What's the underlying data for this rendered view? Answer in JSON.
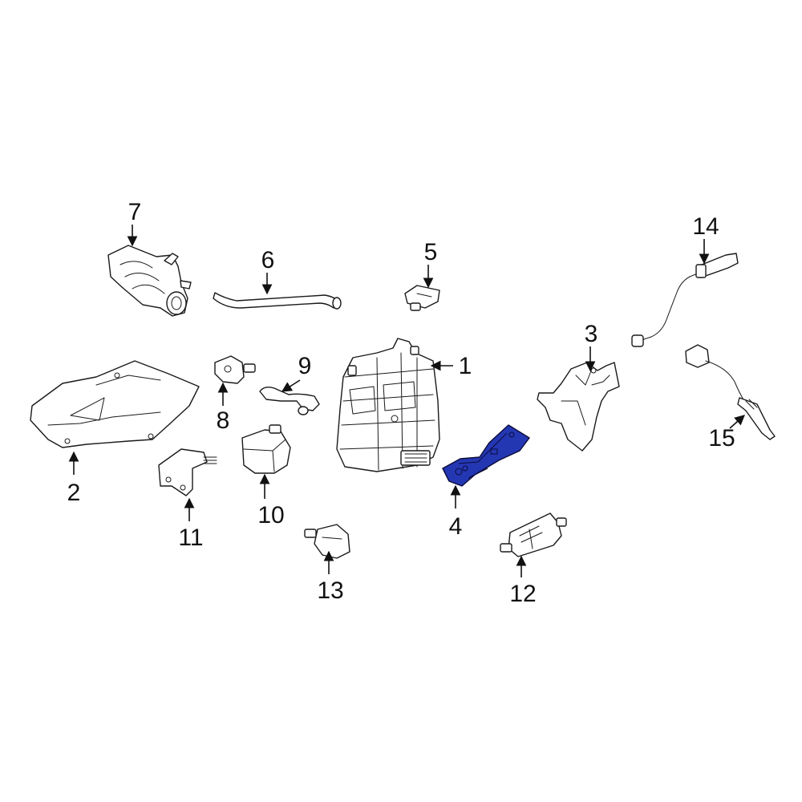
{
  "callouts": {
    "c1": "1",
    "c2": "2",
    "c3": "3",
    "c4": "4",
    "c5": "5",
    "c6": "6",
    "c7": "7",
    "c8": "8",
    "c9": "9",
    "c10": "10",
    "c11": "11",
    "c12": "12",
    "c13": "13",
    "c14": "14",
    "c15": "15"
  },
  "highlight_color": "#2437b3",
  "highlighted_part": "4"
}
